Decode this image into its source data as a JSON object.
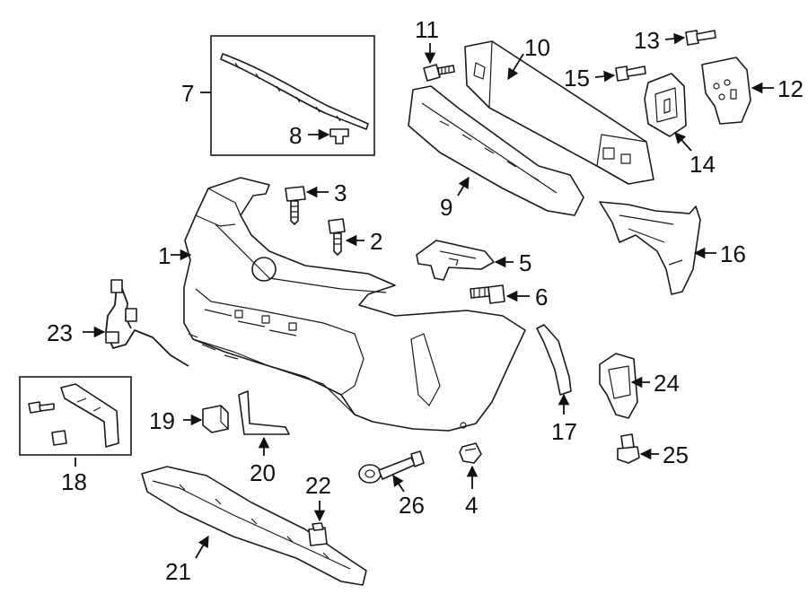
{
  "callouts": {
    "c1": "1",
    "c2": "2",
    "c3": "3",
    "c4": "4",
    "c5": "5",
    "c6": "6",
    "c7": "7",
    "c8": "8",
    "c9": "9",
    "c10": "10",
    "c11": "11",
    "c12": "12",
    "c13": "13",
    "c14": "14",
    "c15": "15",
    "c16": "16",
    "c17": "17",
    "c18": "18",
    "c19": "19",
    "c20": "20",
    "c21": "21",
    "c22": "22",
    "c23": "23",
    "c24": "24",
    "c25": "25",
    "c26": "26"
  },
  "colors": {
    "line": "#1a1a1a",
    "background": "#ffffff"
  }
}
